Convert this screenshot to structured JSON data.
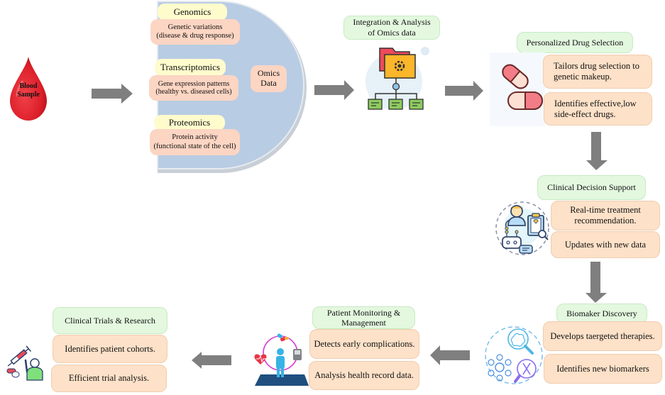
{
  "blood": {
    "label": "Blood\nSample",
    "color": "#e0242e"
  },
  "omics": {
    "center_label": "Omics\nData",
    "sections": [
      {
        "title": "Genomics",
        "description": "Genetic variations\n(disease & drug response)"
      },
      {
        "title": "Transcriptomics",
        "description": "Gene expression patterns\n(healthy vs. diseased cells)"
      },
      {
        "title": "Proteomics",
        "description": "Protein activity\n(functional state of the cell)"
      }
    ],
    "panel_color": "#b8cce4"
  },
  "integration": {
    "title": "Integration & Analysis\nof Omics data"
  },
  "drug_selection": {
    "title": "Personalized Drug Selection",
    "points": [
      "Tailors drug selection to\ngenetic makeup.",
      "Identifies effective,low\nside-effect drugs."
    ]
  },
  "clinical_decision": {
    "title": "Clinical Decision Support",
    "points": [
      "Real-time treatment\nrecommendation.",
      "Updates with new data"
    ]
  },
  "biomarker": {
    "title": "Biomaker Discovery",
    "points": [
      "Develops taergeted therapies.",
      "Identifies new biomarkers"
    ]
  },
  "monitoring": {
    "title": "Patient Monitoring &\nManagement",
    "points": [
      "Detects early complications.",
      "Analysis health record data."
    ]
  },
  "trials": {
    "title": "Clinical Trials & Research",
    "points": [
      "Identifies patient cohorts.",
      "Efficient trial analysis."
    ]
  },
  "colors": {
    "arrow": "#7f7f7f",
    "title_green": "#e3f8df",
    "point_peach": "#fde1c8",
    "omics_title_yellow": "#fefccd",
    "omics_desc_salmon": "#fcd5c3"
  }
}
